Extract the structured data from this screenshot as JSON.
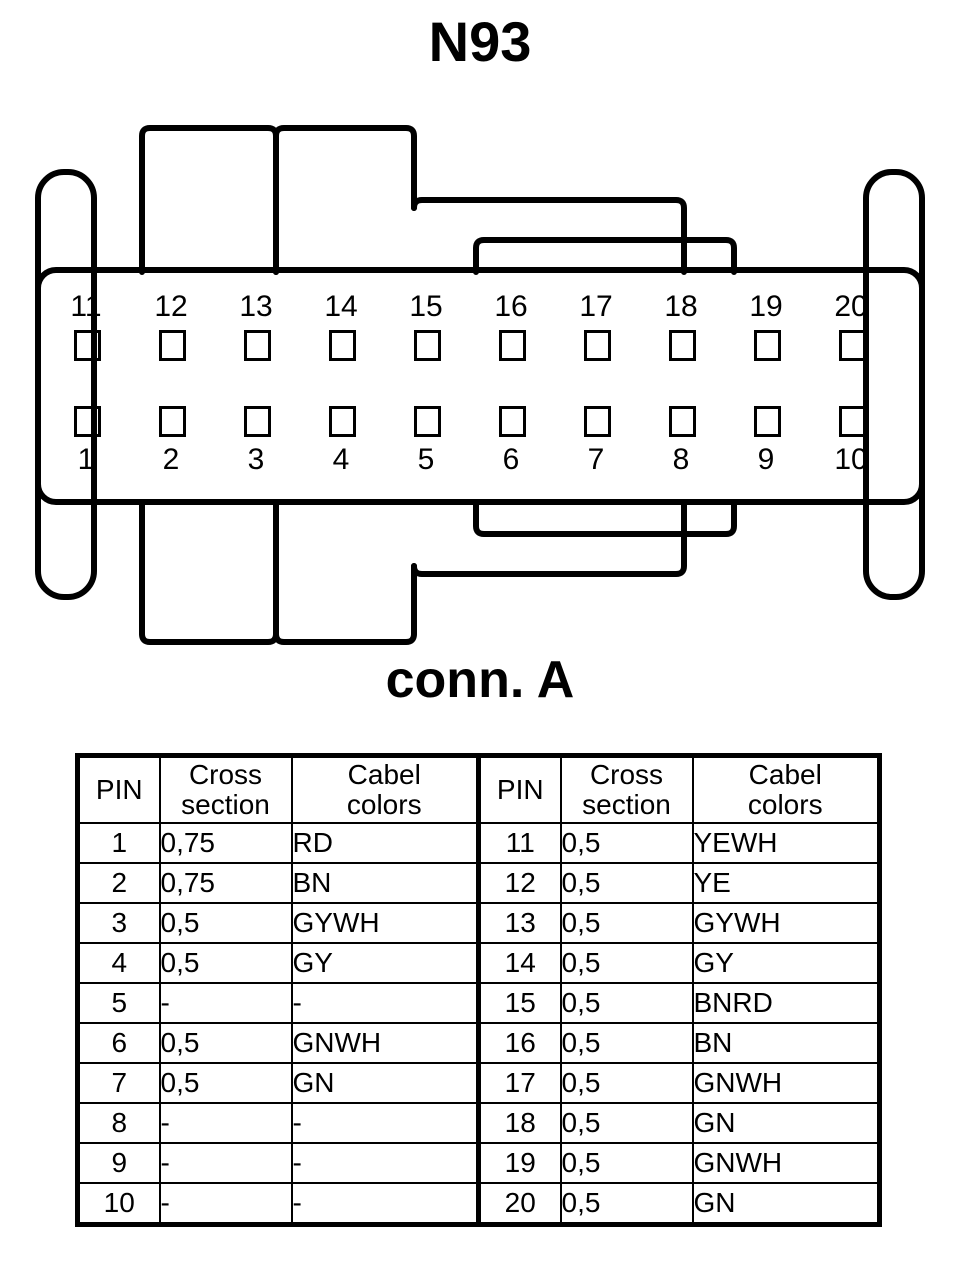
{
  "title": "N93",
  "connector": {
    "label": "conn. A",
    "top_row_pins": [
      "11",
      "12",
      "13",
      "14",
      "15",
      "16",
      "17",
      "18",
      "19",
      "20"
    ],
    "bottom_row_pins": [
      "1",
      "2",
      "3",
      "4",
      "5",
      "6",
      "7",
      "8",
      "9",
      "10"
    ],
    "outline_color": "#000000"
  },
  "table": {
    "headers": {
      "pin": "PIN",
      "cross_section_line1": "Cross",
      "cross_section_line2": "section",
      "cable_colors_line1": "Cabel",
      "cable_colors_line2": "colors"
    },
    "rows": [
      {
        "pin_l": "1",
        "cross_l": "0,75",
        "color_l": "RD",
        "pin_r": "11",
        "cross_r": "0,5",
        "color_r": "YEWH"
      },
      {
        "pin_l": "2",
        "cross_l": "0,75",
        "color_l": "BN",
        "pin_r": "12",
        "cross_r": "0,5",
        "color_r": "YE"
      },
      {
        "pin_l": "3",
        "cross_l": "0,5",
        "color_l": "GYWH",
        "pin_r": "13",
        "cross_r": "0,5",
        "color_r": "GYWH"
      },
      {
        "pin_l": "4",
        "cross_l": "0,5",
        "color_l": "GY",
        "pin_r": "14",
        "cross_r": "0,5",
        "color_r": "GY"
      },
      {
        "pin_l": "5",
        "cross_l": "-",
        "color_l": "-",
        "pin_r": "15",
        "cross_r": "0,5",
        "color_r": "BNRD"
      },
      {
        "pin_l": "6",
        "cross_l": "0,5",
        "color_l": "GNWH",
        "pin_r": "16",
        "cross_r": "0,5",
        "color_r": "BN"
      },
      {
        "pin_l": "7",
        "cross_l": "0,5",
        "color_l": "GN",
        "pin_r": "17",
        "cross_r": "0,5",
        "color_r": "GNWH"
      },
      {
        "pin_l": "8",
        "cross_l": "-",
        "color_l": "-",
        "pin_r": "18",
        "cross_r": "0,5",
        "color_r": "GN"
      },
      {
        "pin_l": "9",
        "cross_l": "-",
        "color_l": "-",
        "pin_r": "19",
        "cross_r": "0,5",
        "color_r": "GNWH"
      },
      {
        "pin_l": "10",
        "cross_l": "-",
        "color_l": "-",
        "pin_r": "20",
        "cross_r": "0,5",
        "color_r": "GN"
      }
    ]
  }
}
